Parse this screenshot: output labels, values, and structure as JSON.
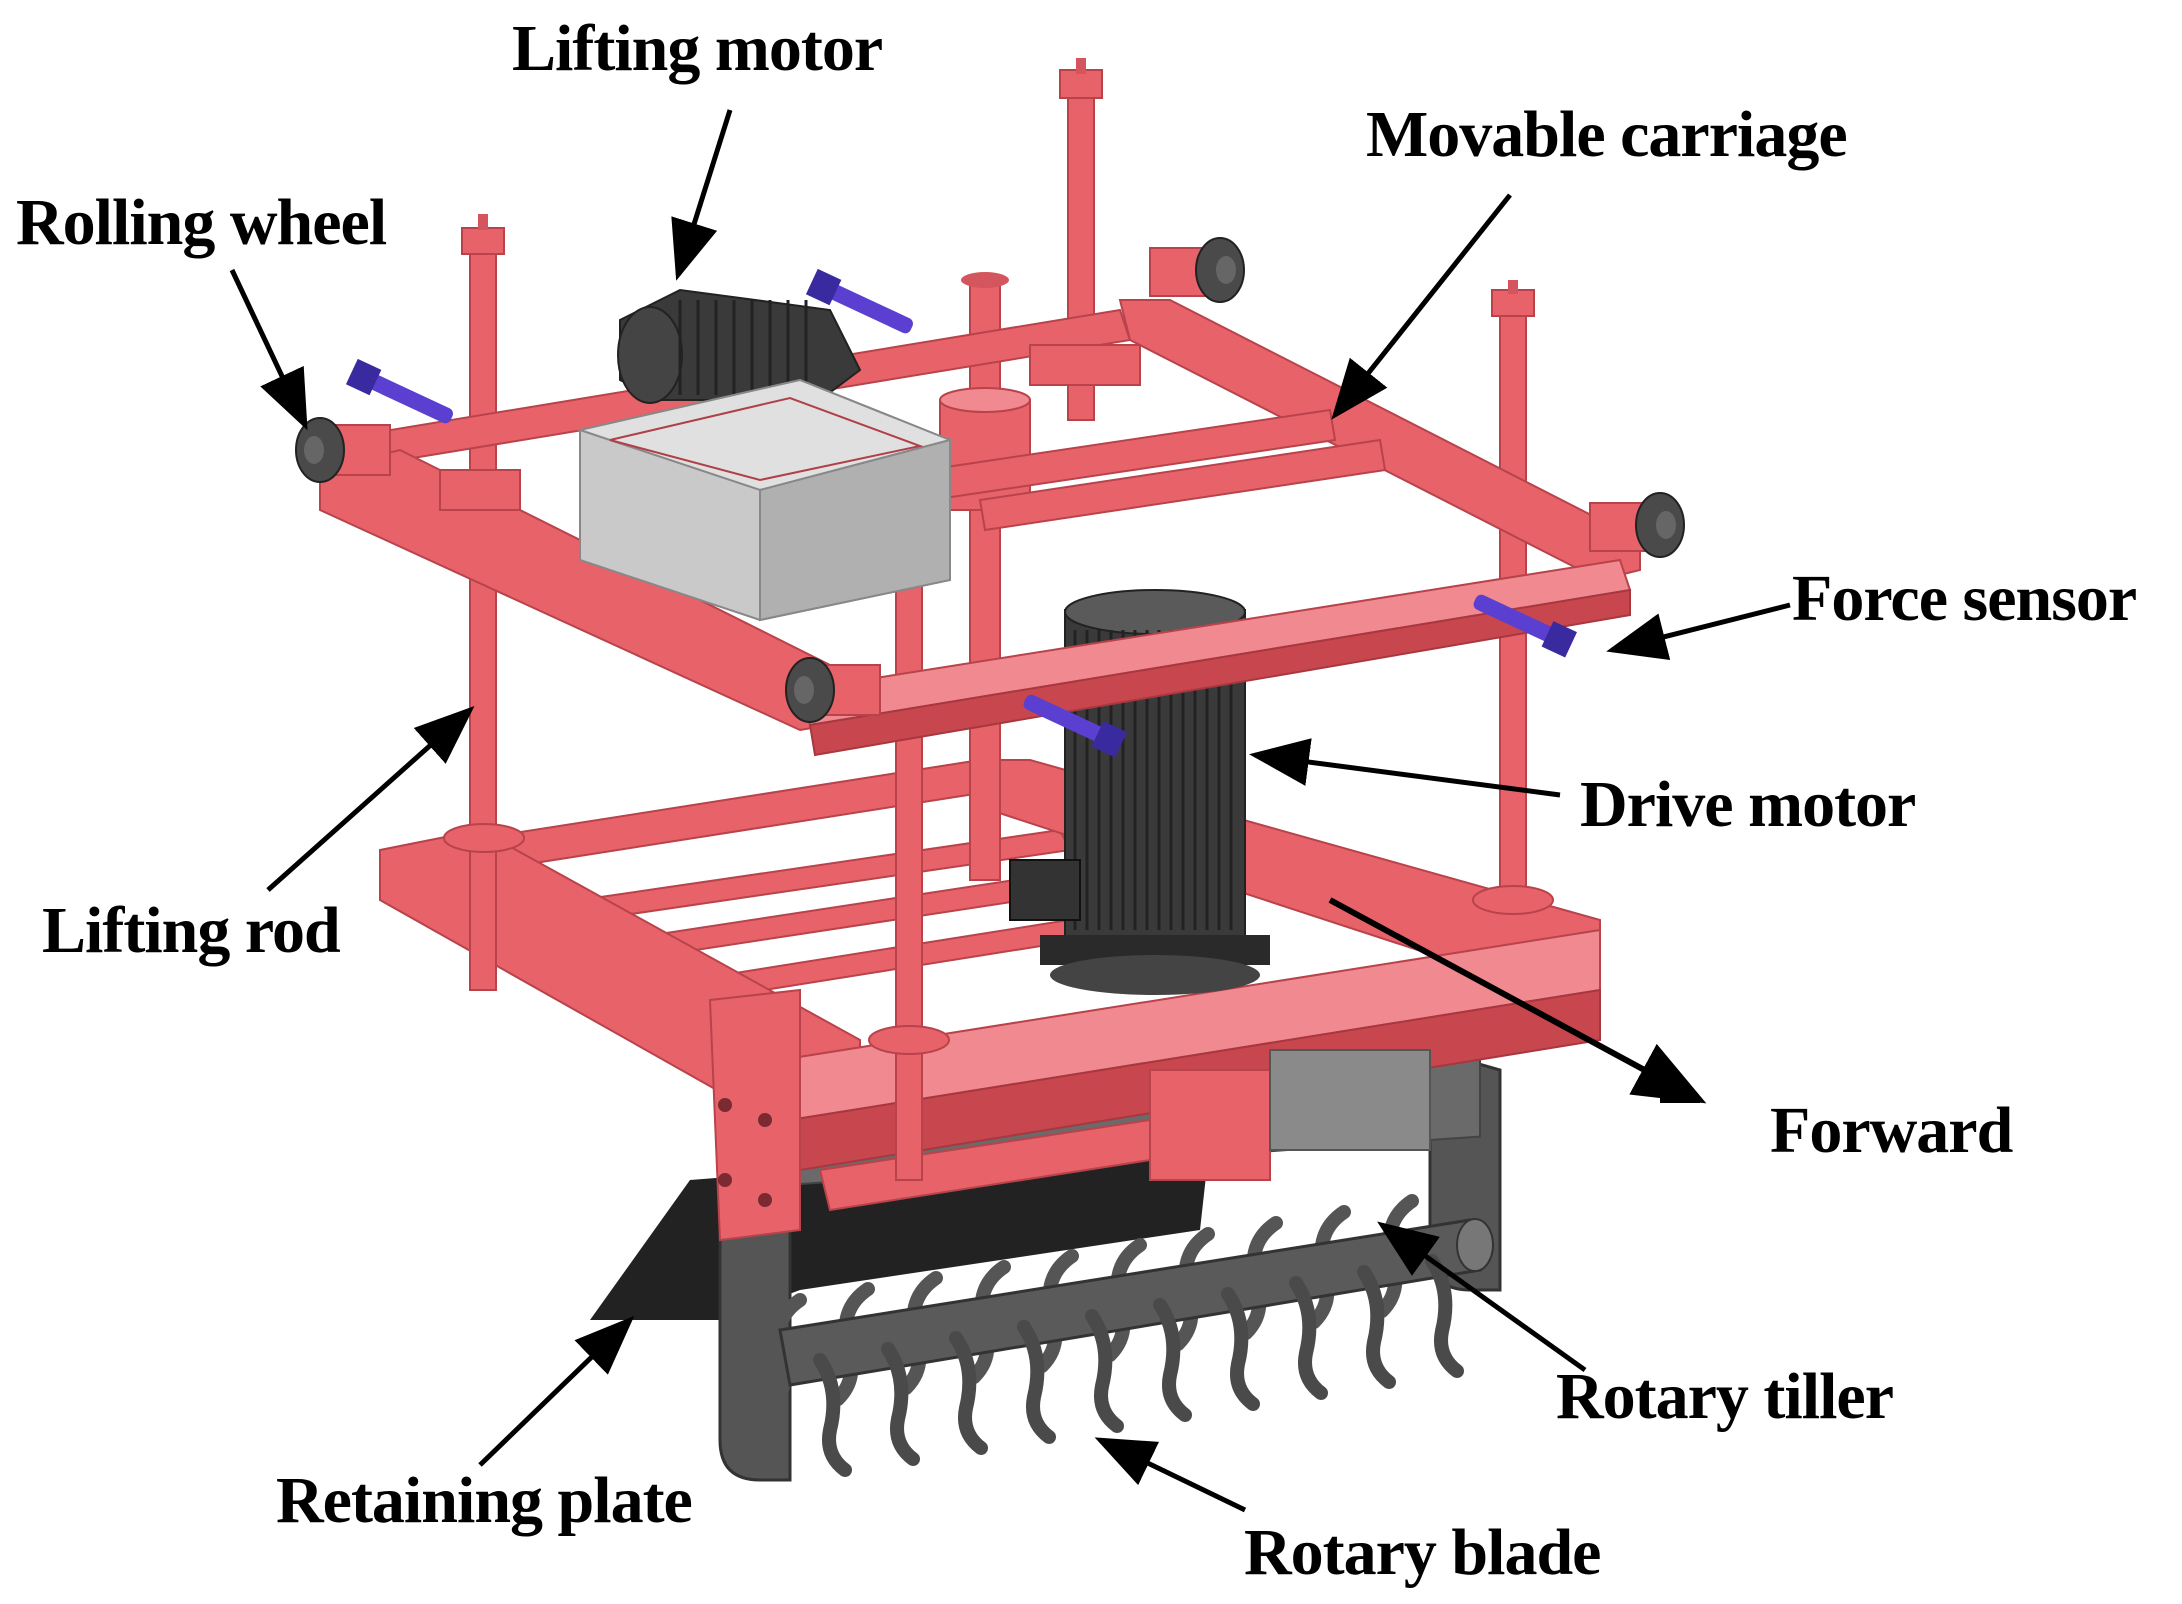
{
  "labels": {
    "lifting_motor": "Lifting motor",
    "movable_carriage": "Movable carriage",
    "rolling_wheel": "Rolling wheel",
    "force_sensor": "Force sensor",
    "drive_motor": "Drive motor",
    "lifting_rod": "Lifting rod",
    "forward": "Forward",
    "rotary_tiller": "Rotary tiller",
    "retaining_plate": "Retaining plate",
    "rotary_blade": "Rotary blade"
  },
  "colors": {
    "frame": "#e8626a",
    "frame_dark": "#c8474f",
    "frame_light": "#f08a90",
    "motor": "#3a3a3a",
    "box": "#c9c9c9",
    "sensor": "#5b3fd0",
    "tiller": "#555555",
    "plate": "#222222",
    "wheel": "#4a4a4a"
  }
}
